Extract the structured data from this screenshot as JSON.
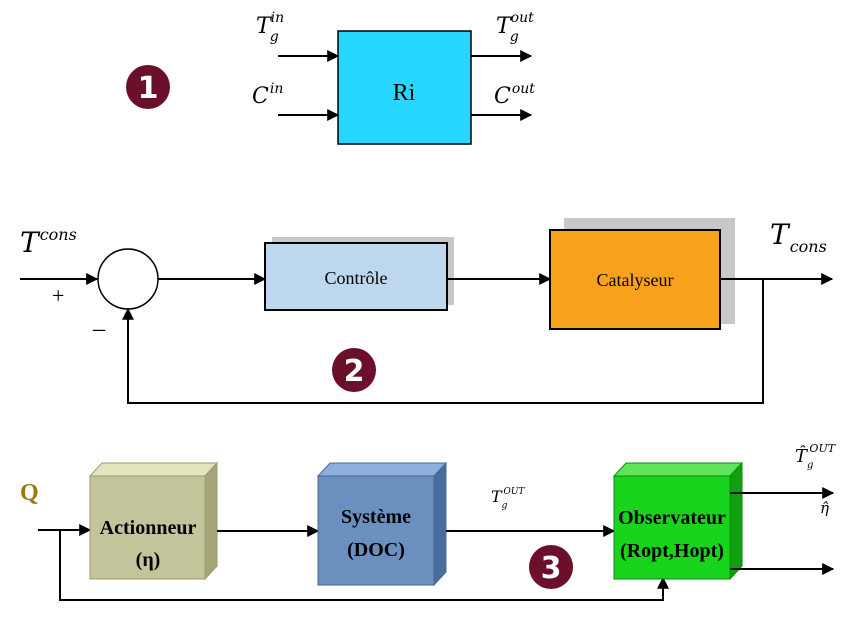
{
  "colors": {
    "line": "#000000",
    "badge": "#6b0f2a",
    "ri_fill": "#27d7ff",
    "controle_fill": "#bdd7ee",
    "catalyseur_fill": "#f7a11d",
    "actionneur_fill": "#c4c49a",
    "systeme_fill": "#6b8fbf",
    "observateur_fill": "#19d41c",
    "q_label": "#9a7a10"
  },
  "section1": {
    "badge": "1",
    "block_label": "Ri",
    "in_top": {
      "base": "T",
      "sub": "g",
      "sup": "in"
    },
    "in_bottom": {
      "base": "C",
      "sup": "in"
    },
    "out_top": {
      "base": "T",
      "sub": "g",
      "sup": "out"
    },
    "out_bottom": {
      "base": "C",
      "sup": "out"
    }
  },
  "section2": {
    "badge": "2",
    "input": {
      "base": "T",
      "sup": "cons"
    },
    "output": {
      "base": "T",
      "sub": "cons"
    },
    "plus": "+",
    "minus": "–",
    "controle_label": "Contrôle",
    "catalyseur_label": "Catalyseur"
  },
  "section3": {
    "badge": "3",
    "input_label": "Q",
    "actionneur_label_1": "Actionneur",
    "actionneur_label_2": "(η)",
    "systeme_label_1": "Système",
    "systeme_label_2": "(DOC)",
    "observateur_label_1": "Observateur",
    "observateur_label_2": "(Ropt,Hopt)",
    "mid_signal": {
      "base": "T",
      "sub": "g",
      "sup": "OUT"
    },
    "out_top": {
      "base": "T̂",
      "sub": "g",
      "sup": "OUT"
    },
    "out_eta": "η̂"
  }
}
